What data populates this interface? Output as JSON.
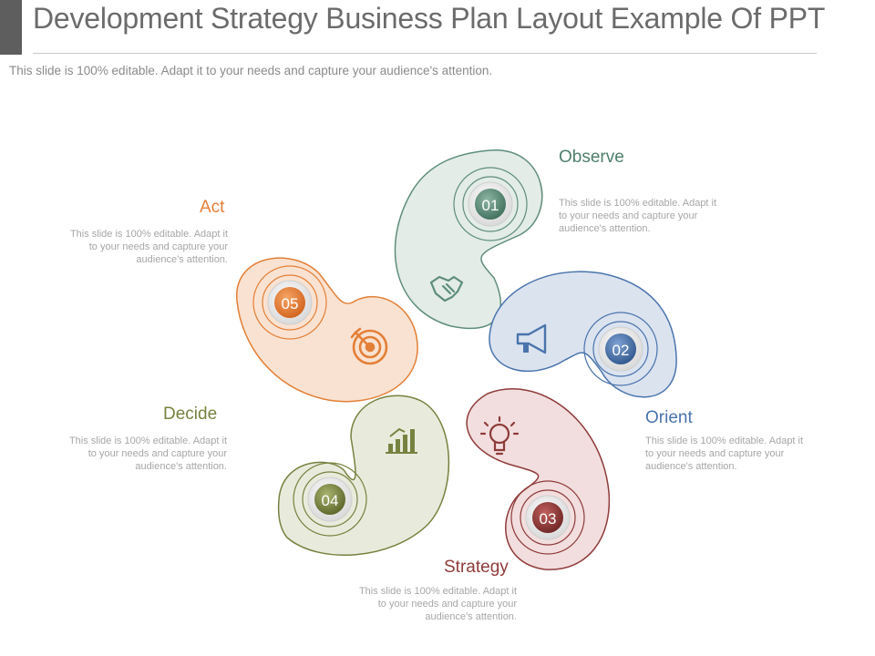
{
  "header": {
    "title": "Development Strategy Business Plan Layout  Example Of PPT",
    "subtitle": "This slide is 100% editable. Adapt it to your needs and capture your audience's attention."
  },
  "colors": {
    "observe": "#5e8d7a",
    "orient": "#4a74ac",
    "strategy": "#8e3b3a",
    "decide": "#76823f",
    "act": "#e37f37"
  },
  "steps": [
    {
      "number": "01",
      "title": "Observe",
      "description": "This slide is 100% editable. Adapt it to your needs and capture your audience's attention.",
      "icon": "handshake-icon"
    },
    {
      "number": "02",
      "title": "Orient",
      "description": "This slide is 100% editable. Adapt it to your needs and capture your audience's attention.",
      "icon": "megaphone-icon"
    },
    {
      "number": "03",
      "title": "Strategy",
      "description": "This slide is 100% editable. Adapt it to your needs and capture your audience's attention.",
      "icon": "lightbulb-icon"
    },
    {
      "number": "04",
      "title": "Decide",
      "description": "This slide is 100% editable. Adapt it to your needs and capture your audience's attention.",
      "icon": "bar-chart-icon"
    },
    {
      "number": "05",
      "title": "Act",
      "description": "This slide is 100% editable. Adapt it to your needs and capture your audience's attention.",
      "icon": "target-icon"
    }
  ]
}
